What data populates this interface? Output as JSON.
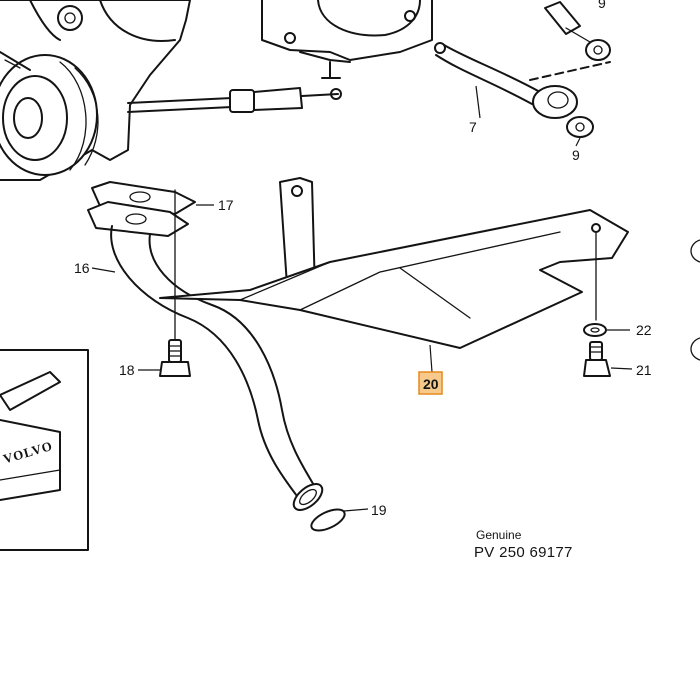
{
  "callouts": {
    "c7": "7",
    "c9_top": "9",
    "c9": "9",
    "c16": "16",
    "c17": "17",
    "c18": "18",
    "c19": "19",
    "c20": "20",
    "c21": "21",
    "c22": "22"
  },
  "inset": {
    "brand": "VOLVO"
  },
  "footer": {
    "genuine": "Genuine",
    "part_number": "PV 250 69177"
  },
  "colors": {
    "highlight_fill": "#f7c98a",
    "highlight_border": "#e58a1c",
    "line": "#141414"
  }
}
